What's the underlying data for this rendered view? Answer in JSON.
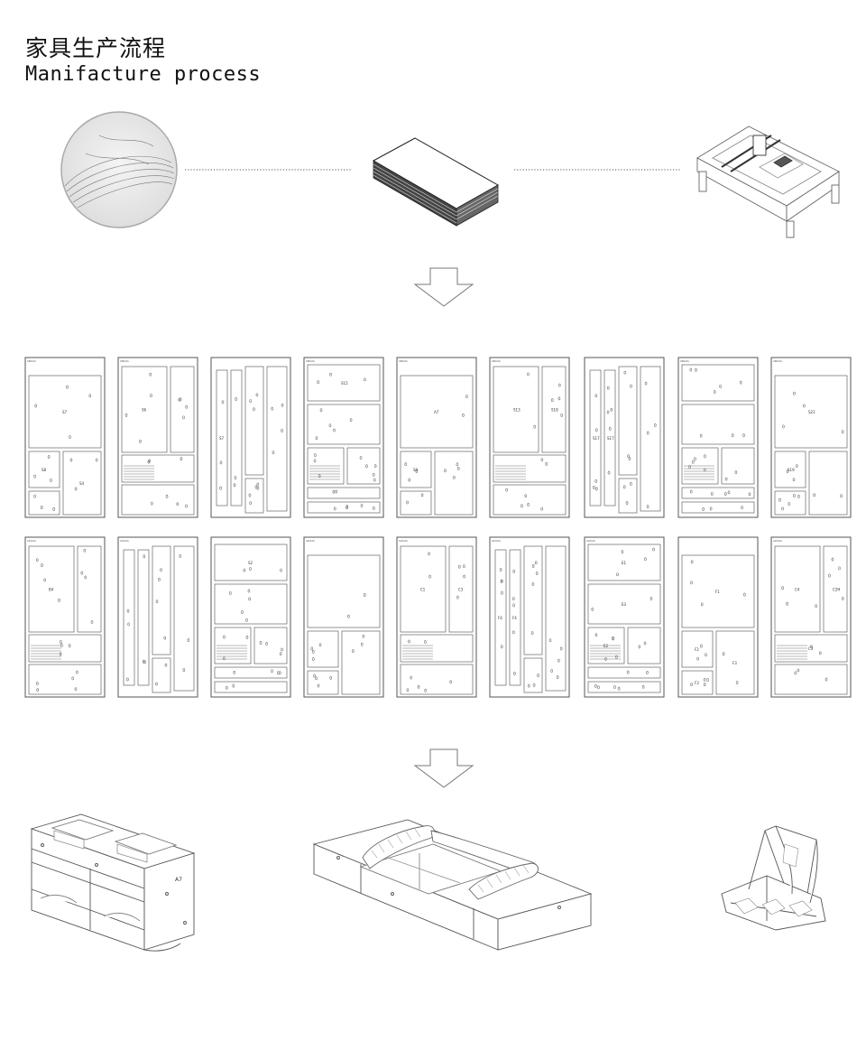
{
  "header": {
    "title_cn": "家具生产流程",
    "title_en": "Manifacture process"
  },
  "steps": [
    {
      "name": "plywood-material",
      "icon": "plywood-circle-icon"
    },
    {
      "name": "sheet-stack",
      "icon": "sheet-stack-icon"
    },
    {
      "name": "cnc-machine",
      "icon": "cnc-router-icon"
    }
  ],
  "sheets": [
    {
      "row": 1,
      "thickness": "18mm",
      "labels": [
        "S7",
        "S8",
        "S4"
      ]
    },
    {
      "row": 1,
      "thickness": "18mm",
      "labels": [
        "S6"
      ]
    },
    {
      "row": 1,
      "thickness": "",
      "labels": [
        "S7"
      ]
    },
    {
      "row": 1,
      "thickness": "18mm",
      "labels": [
        "S15"
      ]
    },
    {
      "row": 1,
      "thickness": "18mm",
      "labels": [
        "A7",
        "S9"
      ]
    },
    {
      "row": 1,
      "thickness": "18mm",
      "labels": [
        "S13",
        "S18"
      ]
    },
    {
      "row": 1,
      "thickness": "",
      "labels": [
        "S17",
        "S17"
      ]
    },
    {
      "row": 1,
      "thickness": "18mm",
      "labels": []
    },
    {
      "row": 1,
      "thickness": "18mm",
      "labels": [
        "S21",
        "S19"
      ]
    },
    {
      "row": 2,
      "thickness": "12mm",
      "labels": [
        "B4"
      ]
    },
    {
      "row": 2,
      "thickness": "12mm",
      "labels": []
    },
    {
      "row": 2,
      "thickness": "",
      "labels": [
        "S2"
      ]
    },
    {
      "row": 2,
      "thickness": "12mm",
      "labels": []
    },
    {
      "row": 2,
      "thickness": "12mm",
      "labels": [
        "C1",
        "C3"
      ]
    },
    {
      "row": 2,
      "thickness": "12mm",
      "labels": [
        "F4",
        "F4"
      ]
    },
    {
      "row": 2,
      "thickness": "12mm",
      "labels": [
        "E1",
        "E3",
        "E2"
      ]
    },
    {
      "row": 2,
      "thickness": "",
      "labels": [
        "F1",
        "F2",
        "F3",
        "F3"
      ]
    },
    {
      "row": 2,
      "thickness": "12mm",
      "labels": [
        "C4",
        "C2H",
        "C3"
      ]
    }
  ],
  "products": [
    {
      "name": "cabinet-bench",
      "label": "A7"
    },
    {
      "name": "modular-sofa",
      "label": ""
    },
    {
      "name": "lounge-chair",
      "label": ""
    }
  ]
}
